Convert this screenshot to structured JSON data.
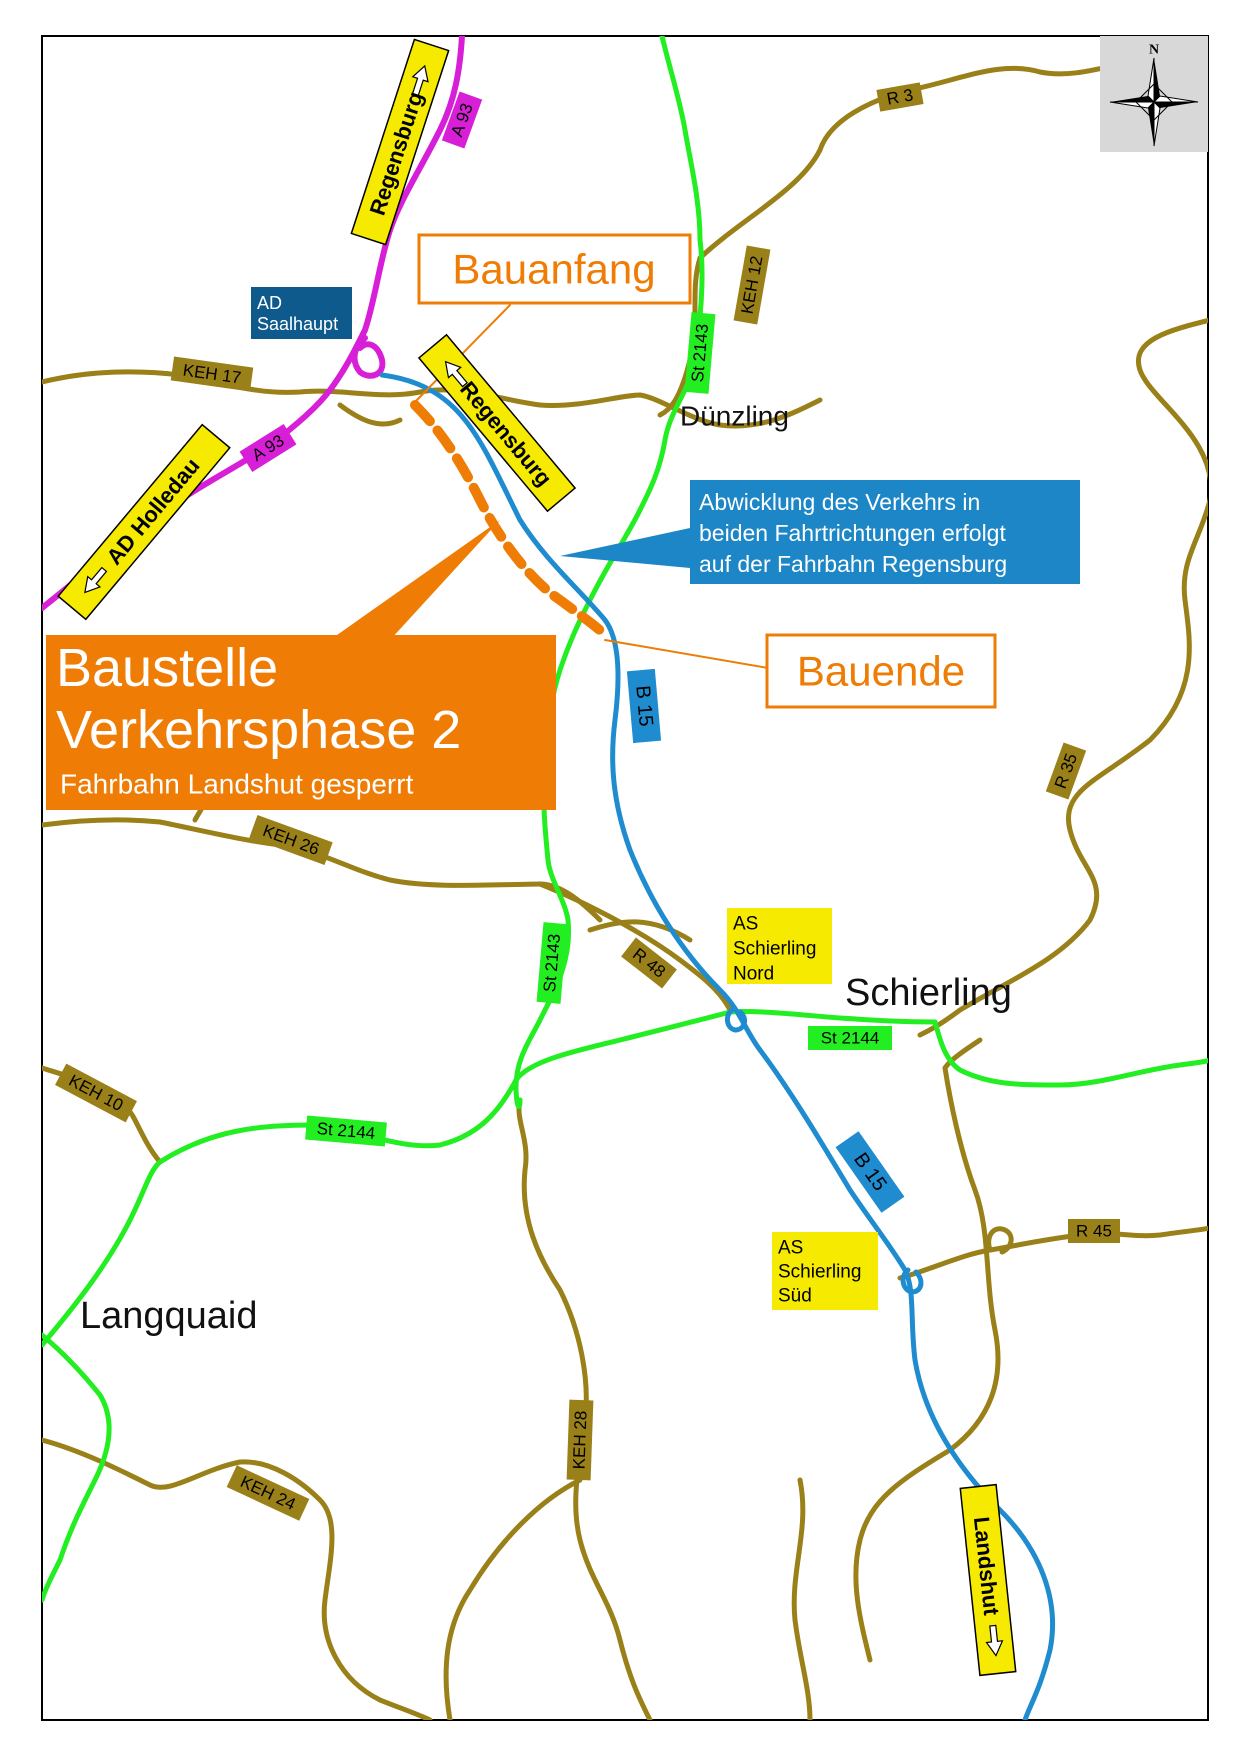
{
  "colors": {
    "staatsstrasse": "#22ee22",
    "kreisstrasse": "#9a8018",
    "autobahn": "#d81fd8",
    "bundesstrasse": "#1f8ccf",
    "construction": "#ee7c05",
    "arrow_sign": "#f5ea00",
    "ad_box": "#0f5a8c",
    "info_box": "#1d86c6",
    "as_box": "#f5ea00",
    "compass_bg": "#d8d8d8"
  },
  "compass": {
    "north": "N",
    "icon": "compass-rose-icon"
  },
  "direction_signs": {
    "regensburg_a93": "Regensburg",
    "ad_holledau": "AD Holledau",
    "regensburg_b15": "Regensburg",
    "landshut": "Landshut"
  },
  "callouts": {
    "bauanfang": "Bauanfang",
    "bauende": "Bauende",
    "baustelle_title_1": "Baustelle",
    "baustelle_title_2": "Verkehrsphase 2",
    "baustelle_sub": "Fahrbahn Landshut gesperrt",
    "info_line_1": "Abwicklung des Verkehrs in",
    "info_line_2": "beiden Fahrtrichtungen erfolgt",
    "info_line_3": "auf der Fahrbahn Regensburg"
  },
  "junctions": {
    "ad_saalhaupt_1": "AD",
    "ad_saalhaupt_2": "Saalhaupt",
    "as_nord_1": "AS",
    "as_nord_2": "Schierling",
    "as_nord_3": "Nord",
    "as_sued_1": "AS",
    "as_sued_2": "Schierling",
    "as_sued_3": "Süd"
  },
  "places": {
    "duenzling": "Dünzling",
    "schierling": "Schierling",
    "langquaid": "Langquaid"
  },
  "road_labels": {
    "r3": "R 3",
    "keh12": "KEH 12",
    "st2143_north": "St 2143",
    "keh17": "KEH 17",
    "a93_upper": "A 93",
    "a93_lower": "A 93",
    "b15_upper": "B 15",
    "b15_lower": "B 15",
    "r35": "R 35",
    "keh26": "KEH 26",
    "st2143_south": "St 2143",
    "r48": "R 48",
    "st2144_east": "St 2144",
    "st2144_west": "St 2144",
    "keh10": "KEH 10",
    "r45": "R 45",
    "keh28": "KEH 28",
    "keh24": "KEH 24"
  }
}
